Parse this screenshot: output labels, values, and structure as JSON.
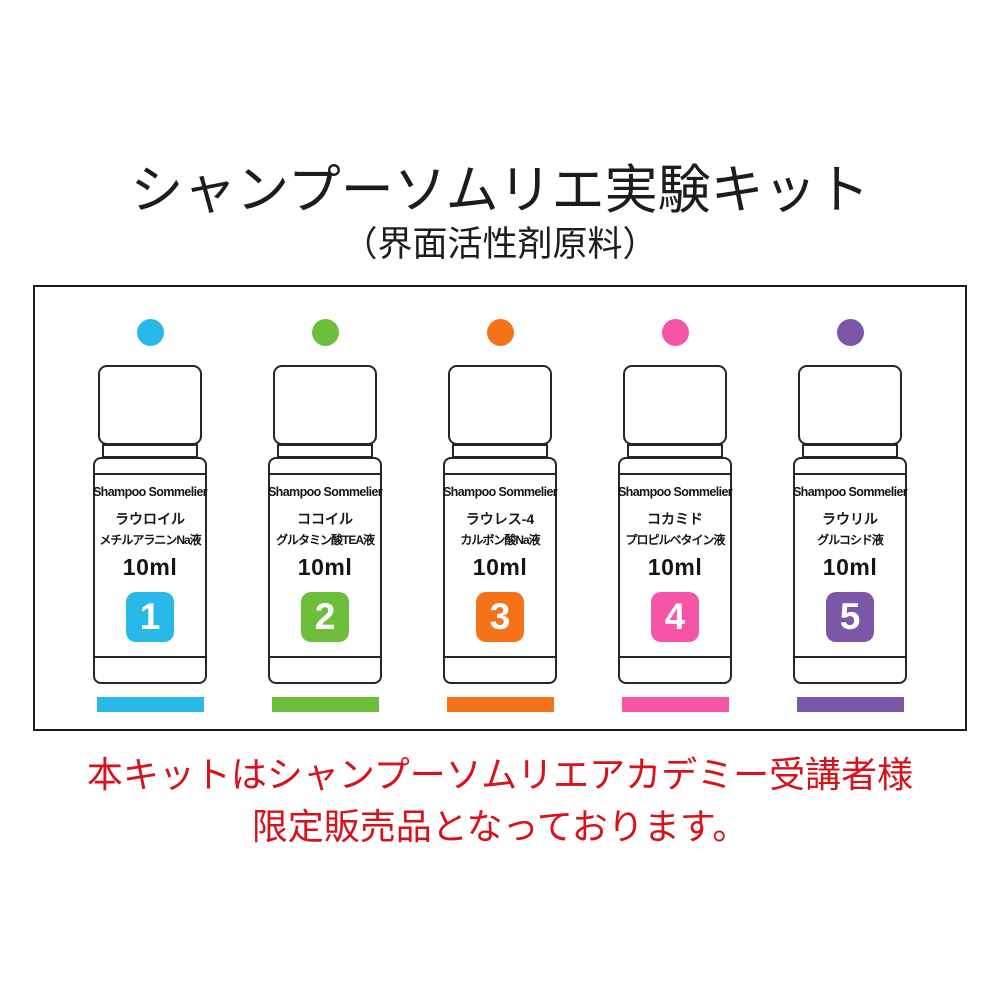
{
  "header": {
    "title": "シャンプーソムリエ実験キット",
    "subtitle": "（界面活性剤原料）"
  },
  "kit": {
    "brand": "Shampoo Sommelier",
    "volume": "10ml",
    "bottles": [
      {
        "number": "1",
        "color": "#29b9e8",
        "color_name": "blue",
        "name_line1": "ラウロイル",
        "name_line2": "メチルアラニンNa液"
      },
      {
        "number": "2",
        "color": "#6dbf3b",
        "color_name": "green",
        "name_line1": "ココイル",
        "name_line2": "グルタミン酸TEA液"
      },
      {
        "number": "3",
        "color": "#f4731a",
        "color_name": "orange",
        "name_line1": "ラウレス-4",
        "name_line2": "カルボン酸Na液"
      },
      {
        "number": "4",
        "color": "#f655a7",
        "color_name": "pink",
        "name_line1": "コカミド",
        "name_line2": "プロピルベタイン液"
      },
      {
        "number": "5",
        "color": "#7d57a7",
        "color_name": "purple",
        "name_line1": "ラウリル",
        "name_line2": "グルコシド液"
      }
    ]
  },
  "footer": {
    "line1": "本キットはシャンプーソムリエアカデミー受講者様",
    "line2": "限定販売品となっております。",
    "text_color": "#d8121a"
  }
}
